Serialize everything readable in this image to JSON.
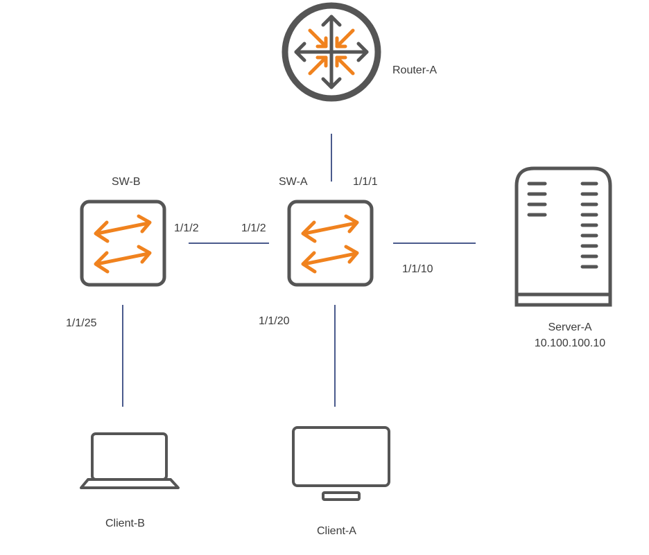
{
  "colors": {
    "line": "#4a5a8c",
    "device": "#555555",
    "accent": "#f0821e",
    "text": "#3a3a3a"
  },
  "nodes": {
    "router": {
      "name": "Router-A",
      "icon": "router-icon"
    },
    "sw_a": {
      "name": "SW-A",
      "icon": "switch-icon"
    },
    "sw_b": {
      "name": "SW-B",
      "icon": "switch-icon"
    },
    "server": {
      "name": "Server-A",
      "ip": "10.100.100.10",
      "icon": "server-icon"
    },
    "client_a": {
      "name": "Client-A",
      "icon": "monitor-icon"
    },
    "client_b": {
      "name": "Client-B",
      "icon": "laptop-icon"
    }
  },
  "ports": {
    "sw_a_to_router": "1/1/1",
    "sw_b_to_sw_a": "1/1/2",
    "sw_a_to_sw_b": "1/1/2",
    "sw_a_to_server": "1/1/10",
    "sw_a_to_client_a": "1/1/20",
    "sw_b_to_client_b": "1/1/25"
  }
}
